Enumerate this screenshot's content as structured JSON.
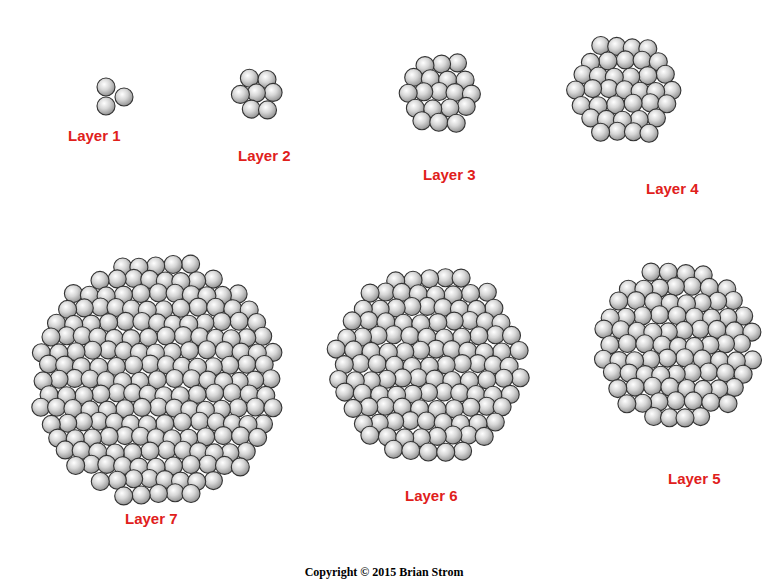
{
  "diagram": {
    "labels": [
      "Layer 1",
      "Layer 2",
      "Layer 3",
      "Layer 4",
      "Layer 7",
      "Layer 6",
      "Layer 5",
      "Copyright © 2015  Brian Strom"
    ]
  }
}
